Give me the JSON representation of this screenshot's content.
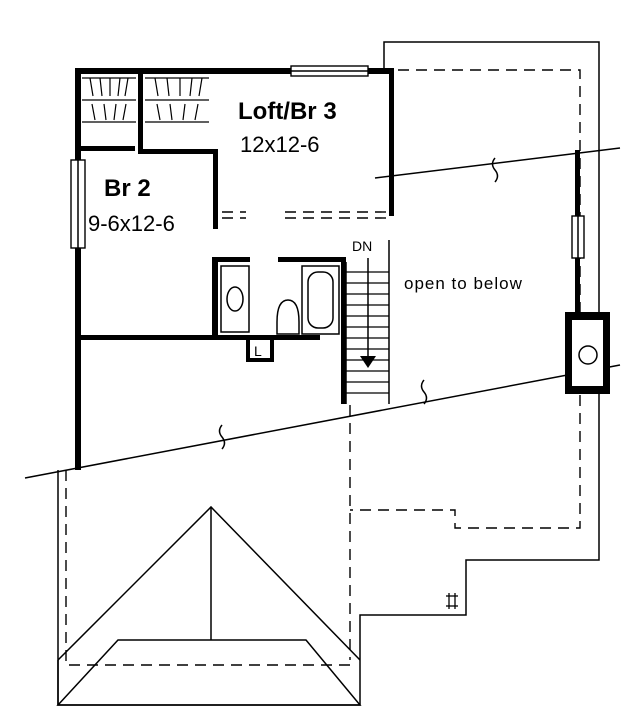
{
  "rooms": {
    "loft": {
      "name": "Loft/Br 3",
      "size": "12x12-6"
    },
    "bedroom2": {
      "name": "Br 2",
      "size": "9-6x12-6"
    }
  },
  "labels": {
    "stairs_down": "DN",
    "open_to_below": "open to below",
    "linen_closet": "L"
  }
}
